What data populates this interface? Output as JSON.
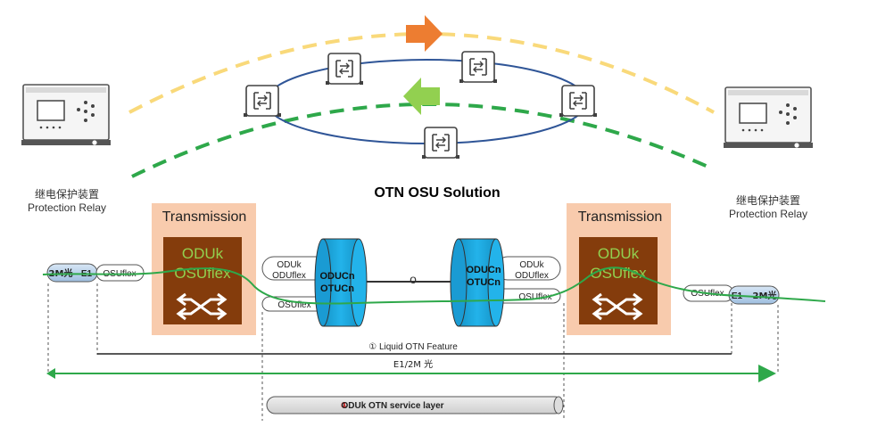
{
  "title": "OTN OSU Solution",
  "relay_left": {
    "cn": "继电保护装置",
    "en": "Protection Relay"
  },
  "relay_right": {
    "cn": "继电保护装置",
    "en": "Protection Relay"
  },
  "transmission_left": {
    "label": "Transmission",
    "line1": "ODUk",
    "line2": "OSUflex"
  },
  "transmission_right": {
    "label": "Transmission",
    "line1": "ODUk",
    "line2": "OSUflex"
  },
  "left_client": {
    "pipe_label": "2M光",
    "e1": "E1",
    "osuflex": "OSUflex"
  },
  "right_client": {
    "pipe_label": "2M光",
    "e1": "E1",
    "osuflex": "OSUflex"
  },
  "left_stack": {
    "oduk": "ODUk",
    "oduflex": "ODUflex",
    "osuflex": "OSUflex"
  },
  "right_stack": {
    "oduk": "ODUk",
    "oduflex": "ODUflex",
    "osuflex": "OSUflex"
  },
  "left_cylinder": {
    "line1": "ODUCn",
    "line2": "OTUCn"
  },
  "right_cylinder": {
    "line1": "ODUCn",
    "line2": "OTUCn"
  },
  "middle_node": "o",
  "liquid_feature": "① Liquid OTN Feature",
  "e1_span": "E1/2M 光",
  "service_layer": {
    "marker": "①",
    "text": "ODUk OTN service layer"
  },
  "colors": {
    "arrow_orange": "#ED7D31",
    "arrow_green": "#92D050",
    "dash_yellow": "#F9D97A",
    "dash_green": "#2EA84A",
    "transmission_bg": "#F8CBAD",
    "switch_bg": "#843C0C",
    "switch_text": "#92D050",
    "cylinder": "#1BA6DE",
    "ring": "#2F5597",
    "signal_line": "#2EA84A"
  },
  "icons": [
    "protection-relay-icon",
    "otn-device-icon",
    "switch-cross-arrows-icon"
  ]
}
